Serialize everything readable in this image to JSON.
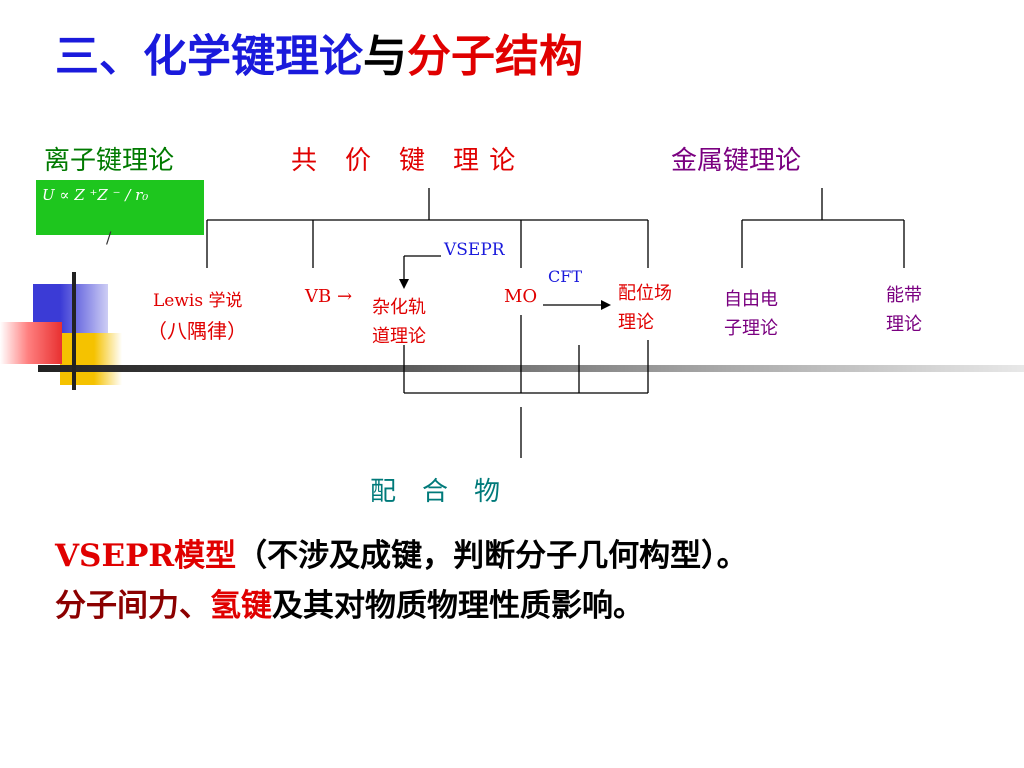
{
  "title": {
    "part1": "三、化学键理论",
    "part2": "与",
    "part3": "分子结构"
  },
  "headings": {
    "ionic": "离子键理论",
    "covalent": "共　价　键　理 论",
    "metallic": "金属键理论"
  },
  "formula": "U ∝ Z ⁺Z ⁻ / r₀",
  "mark": "/",
  "nodes": {
    "lewis": "Lewis 学说",
    "octet": "（八隅律）",
    "vb": "VB →",
    "vsepr": "VSEPR",
    "hybrid_line1": "杂化轨",
    "hybrid_line2": "道理论",
    "mo": "MO",
    "cft": "CFT",
    "ligand_line1": "配位场",
    "ligand_line2": "理论",
    "free_line1": "自由电",
    "free_line2": "子理论",
    "band_line1": "能带",
    "band_line2": "理论",
    "complex": "配　合　物"
  },
  "bottom": {
    "line1_red": "VSEPR模型",
    "line1_rest": "（不涉及成键，判断分子几何构型）。",
    "line2_a": "分子间力、",
    "line2_b": "氢键",
    "line2_c": "及其对物质物理性质影响。"
  },
  "colors": {
    "blue": "#1a1adc",
    "red": "#e00000",
    "dark_red": "#8b0000",
    "green": "#007a00",
    "purple": "#7a0080",
    "teal": "#007a7a",
    "black": "#000000",
    "box_green": "#1ec61e"
  }
}
